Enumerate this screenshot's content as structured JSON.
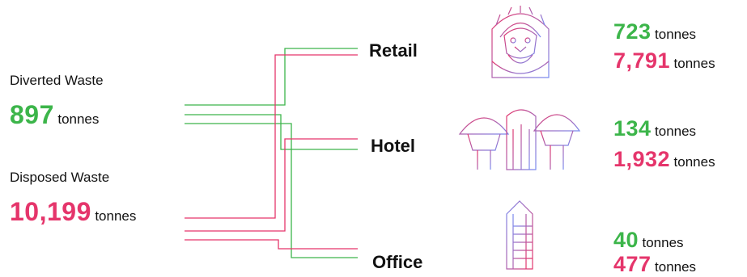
{
  "colors": {
    "diverted": "#3cb54a",
    "disposed": "#e5356b"
  },
  "summary": {
    "diverted": {
      "label": "Diverted Waste",
      "value": "897",
      "unit": "tonnes"
    },
    "disposed": {
      "label": "Disposed Waste",
      "value": "10,199",
      "unit": "tonnes"
    }
  },
  "categories": [
    {
      "name": "Retail",
      "icon": "lion-statue-icon",
      "diverted": {
        "value": "723",
        "unit": "tonnes"
      },
      "disposed": {
        "value": "7,791",
        "unit": "tonnes"
      }
    },
    {
      "name": "Hotel",
      "icon": "domed-hotel-icon",
      "diverted": {
        "value": "134",
        "unit": "tonnes"
      },
      "disposed": {
        "value": "1,932",
        "unit": "tonnes"
      }
    },
    {
      "name": "Office",
      "icon": "office-tower-icon",
      "diverted": {
        "value": "40",
        "unit": "tonnes"
      },
      "disposed": {
        "value": "477",
        "unit": "tonnes"
      }
    }
  ]
}
